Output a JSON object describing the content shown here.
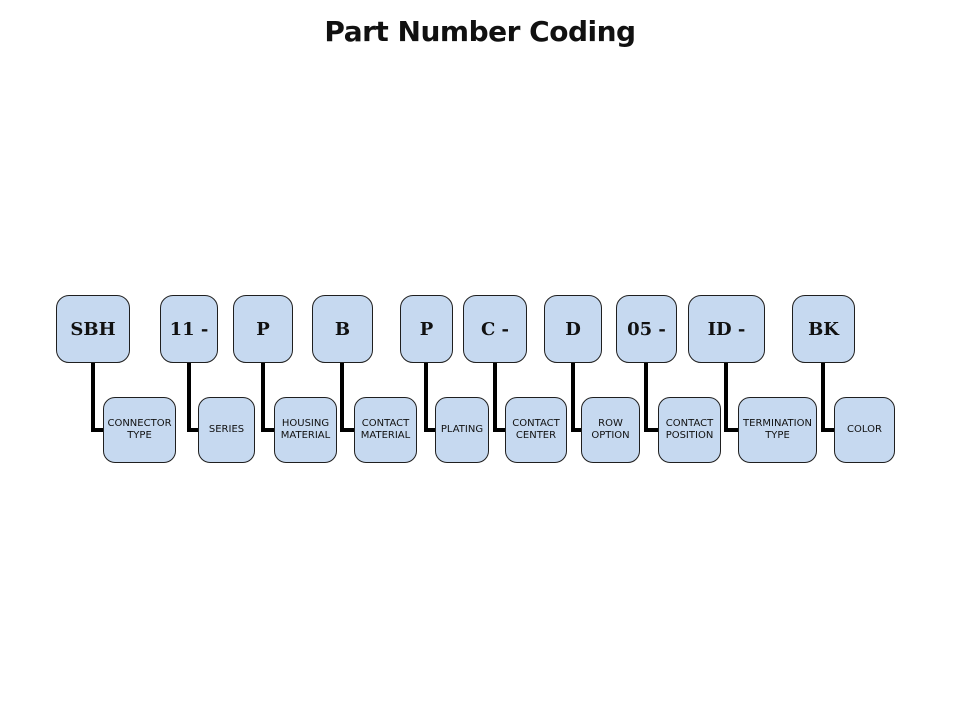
{
  "title": "Part Number Coding",
  "colors": {
    "box_fill": "#c6d9f0",
    "box_border": "#1f1f1f",
    "connector": "#000000",
    "text": "#111111"
  },
  "segments": [
    {
      "code": "SBH",
      "label": "CONNECTOR TYPE"
    },
    {
      "code": "11 -",
      "label": "SERIES"
    },
    {
      "code": "P",
      "label": "HOUSING MATERIAL"
    },
    {
      "code": "B",
      "label": "CONTACT MATERIAL"
    },
    {
      "code": "P",
      "label": "PLATING"
    },
    {
      "code": "C -",
      "label": "CONTACT CENTER"
    },
    {
      "code": "D",
      "label": "ROW OPTION"
    },
    {
      "code": "05 -",
      "label": "CONTACT POSITION"
    },
    {
      "code": "ID -",
      "label": "TERMINATION TYPE"
    },
    {
      "code": "BK",
      "label": "COLOR"
    }
  ]
}
